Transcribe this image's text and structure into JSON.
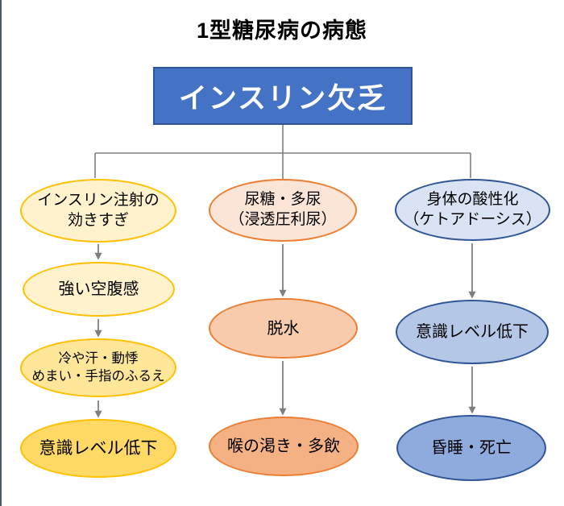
{
  "title": "1型糖尿病の病態",
  "root": {
    "label": "インスリン欠乏"
  },
  "columns": [
    {
      "theme": "yellow",
      "nodes": [
        {
          "line1": "インスリン注射の",
          "line2": "効きすぎ"
        },
        {
          "line1": "強い空腹感"
        },
        {
          "line1": "冷や汗・動悸",
          "line2": "めまい・手指のふるえ"
        },
        {
          "line1": "意識レベル低下"
        }
      ]
    },
    {
      "theme": "orange",
      "nodes": [
        {
          "line1": "尿糖・多尿",
          "line2": "（浸透圧利尿）"
        },
        {
          "line1": "脱水"
        },
        {
          "line1": "喉の渇き・多飲"
        }
      ]
    },
    {
      "theme": "blue",
      "nodes": [
        {
          "line1": "身体の酸性化",
          "line2": "（ケトアドーシス）"
        },
        {
          "line1": "意識レベル低下"
        },
        {
          "line1": "昏睡・死亡"
        }
      ]
    }
  ],
  "palette": {
    "root_fill": "#4472C4",
    "root_border": "#2F5597",
    "yellow_border": "#FFC000",
    "yellow_fills": [
      "#FFF2CC",
      "#FFF2CC",
      "#FFE699",
      "#FFD966"
    ],
    "orange_border": "#ED7D31",
    "orange_fills": [
      "#FBE5D6",
      "#F8CBAD",
      "#F4B183"
    ],
    "blue_border": "#2F5597",
    "blue_fills": [
      "#DAE3F3",
      "#B4C7E7",
      "#8FAADC"
    ],
    "connector_gray": "#7F7F7F",
    "left_edge_line": "#47596A"
  }
}
